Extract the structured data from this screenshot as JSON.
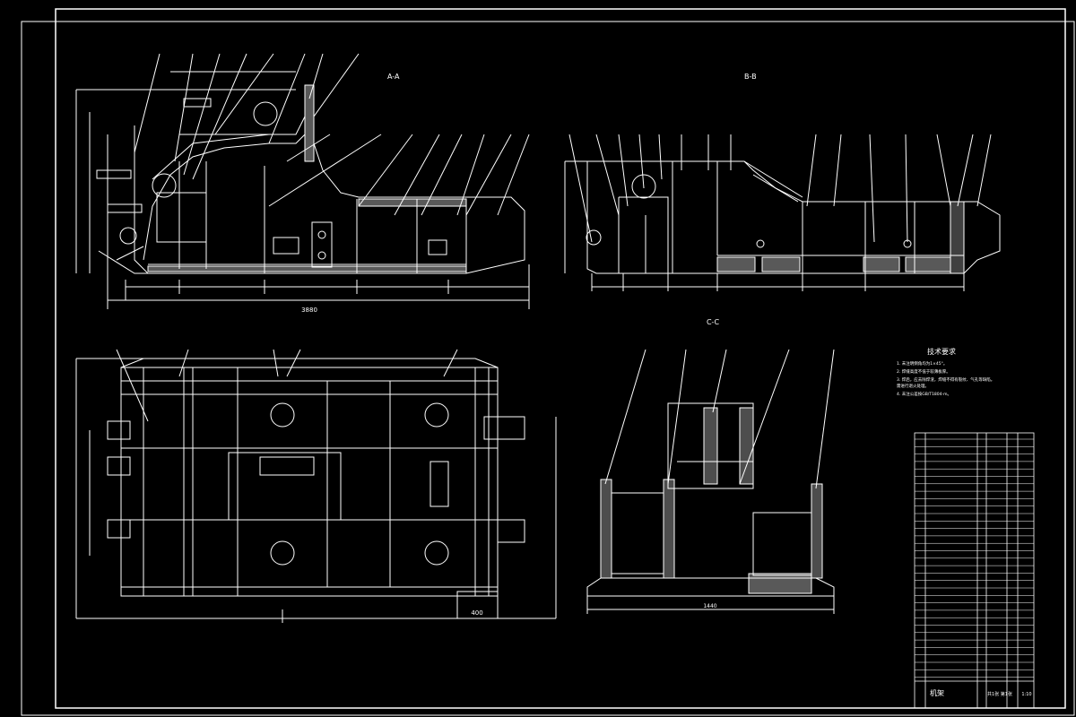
{
  "drawing": {
    "view_labels": {
      "front": "A-A",
      "side": "B-B",
      "section": "C-C"
    },
    "notes": {
      "title": "技术要求",
      "lines": [
        "1. 未注明倒角均为1×45°。",
        "2. 焊缝高度不低于较薄板厚。",
        "3. 焊后，应去除焊渣，焊缝不得有裂纹、气孔等缺陷。",
        "   需进行退火处理。",
        "4. 未注公差按GB/T1804-m。"
      ]
    },
    "dimensions": {
      "overall_length": "3880",
      "section_width": "1440",
      "plan_offset": "400"
    },
    "title_block": {
      "name": "机架",
      "sheet": "共1张 第1张",
      "scale": "1:10"
    },
    "colors": {
      "background": "#000000",
      "line": "#ffffff",
      "frame": "#ffffff"
    }
  }
}
